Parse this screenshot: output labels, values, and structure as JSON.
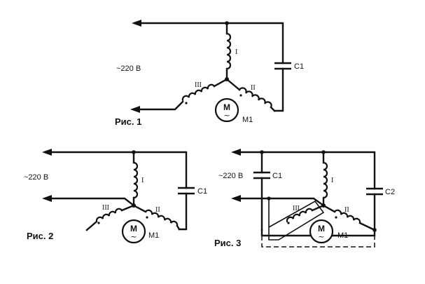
{
  "figures": [
    {
      "caption": "Рис. 1",
      "voltage": "~220 В",
      "capacitors": [
        "C1"
      ],
      "motor": {
        "letter": "M",
        "symbol": "~",
        "label": "M1"
      },
      "windings": [
        "I",
        "II",
        "III"
      ]
    },
    {
      "caption": "Рис. 2",
      "voltage": "~220 В",
      "capacitors": [
        "C1"
      ],
      "motor": {
        "letter": "M",
        "symbol": "~",
        "label": "M1"
      },
      "windings": [
        "I",
        "II",
        "III"
      ]
    },
    {
      "caption": "Рис. 3",
      "voltage": "~220 В",
      "capacitors": [
        "C1",
        "C2"
      ],
      "motor": {
        "letter": "M",
        "symbol": "~",
        "label": "M1"
      },
      "windings": [
        "I",
        "II",
        "III"
      ]
    }
  ]
}
